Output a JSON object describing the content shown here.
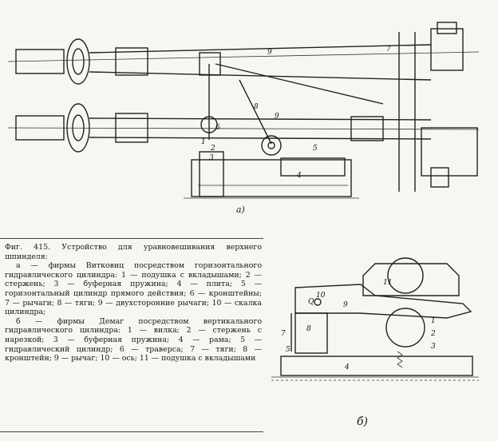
{
  "figure_a_label": "а)",
  "figure_b_label": "б)",
  "caption": {
    "title": "Фиг. 415. Устройство для уравновешивания верхнего шпинделя:",
    "part_a": "а — фирмы Витковиц посредством горизонтального гидравлического цилиндра: 1 — подушка с вкладышами; 2 — стержень; 3 — буферная пружина; 4 — плита; 5 — горизонтальный цилиндр прямого действия; 6 — кронштейны; 7 — рычаги; 8 — тяги; 9 — двухсторонние рычаги; 10 — скалка цилиндра;",
    "part_b": "б — фирмы Демаг посредством вертикального гидравлического цилиндра: 1 — вилка; 2 — стержень с нарезкой; 3 — буферная пружина; 4 — рама; 5 — гидравлический цилиндр; 6 — траверса; 7 — тяги; 8 — кронштейн; 9 — рычаг; 10 — ось; 11 — подушка с вкладышами"
  },
  "labels_a": [
    "1",
    "2",
    "3",
    "4",
    "5",
    "6",
    "7",
    "8",
    "9"
  ],
  "labels_b": [
    "1",
    "2",
    "3",
    "4",
    "5",
    "7",
    "8",
    "9",
    "10",
    "11",
    "Q"
  ]
}
